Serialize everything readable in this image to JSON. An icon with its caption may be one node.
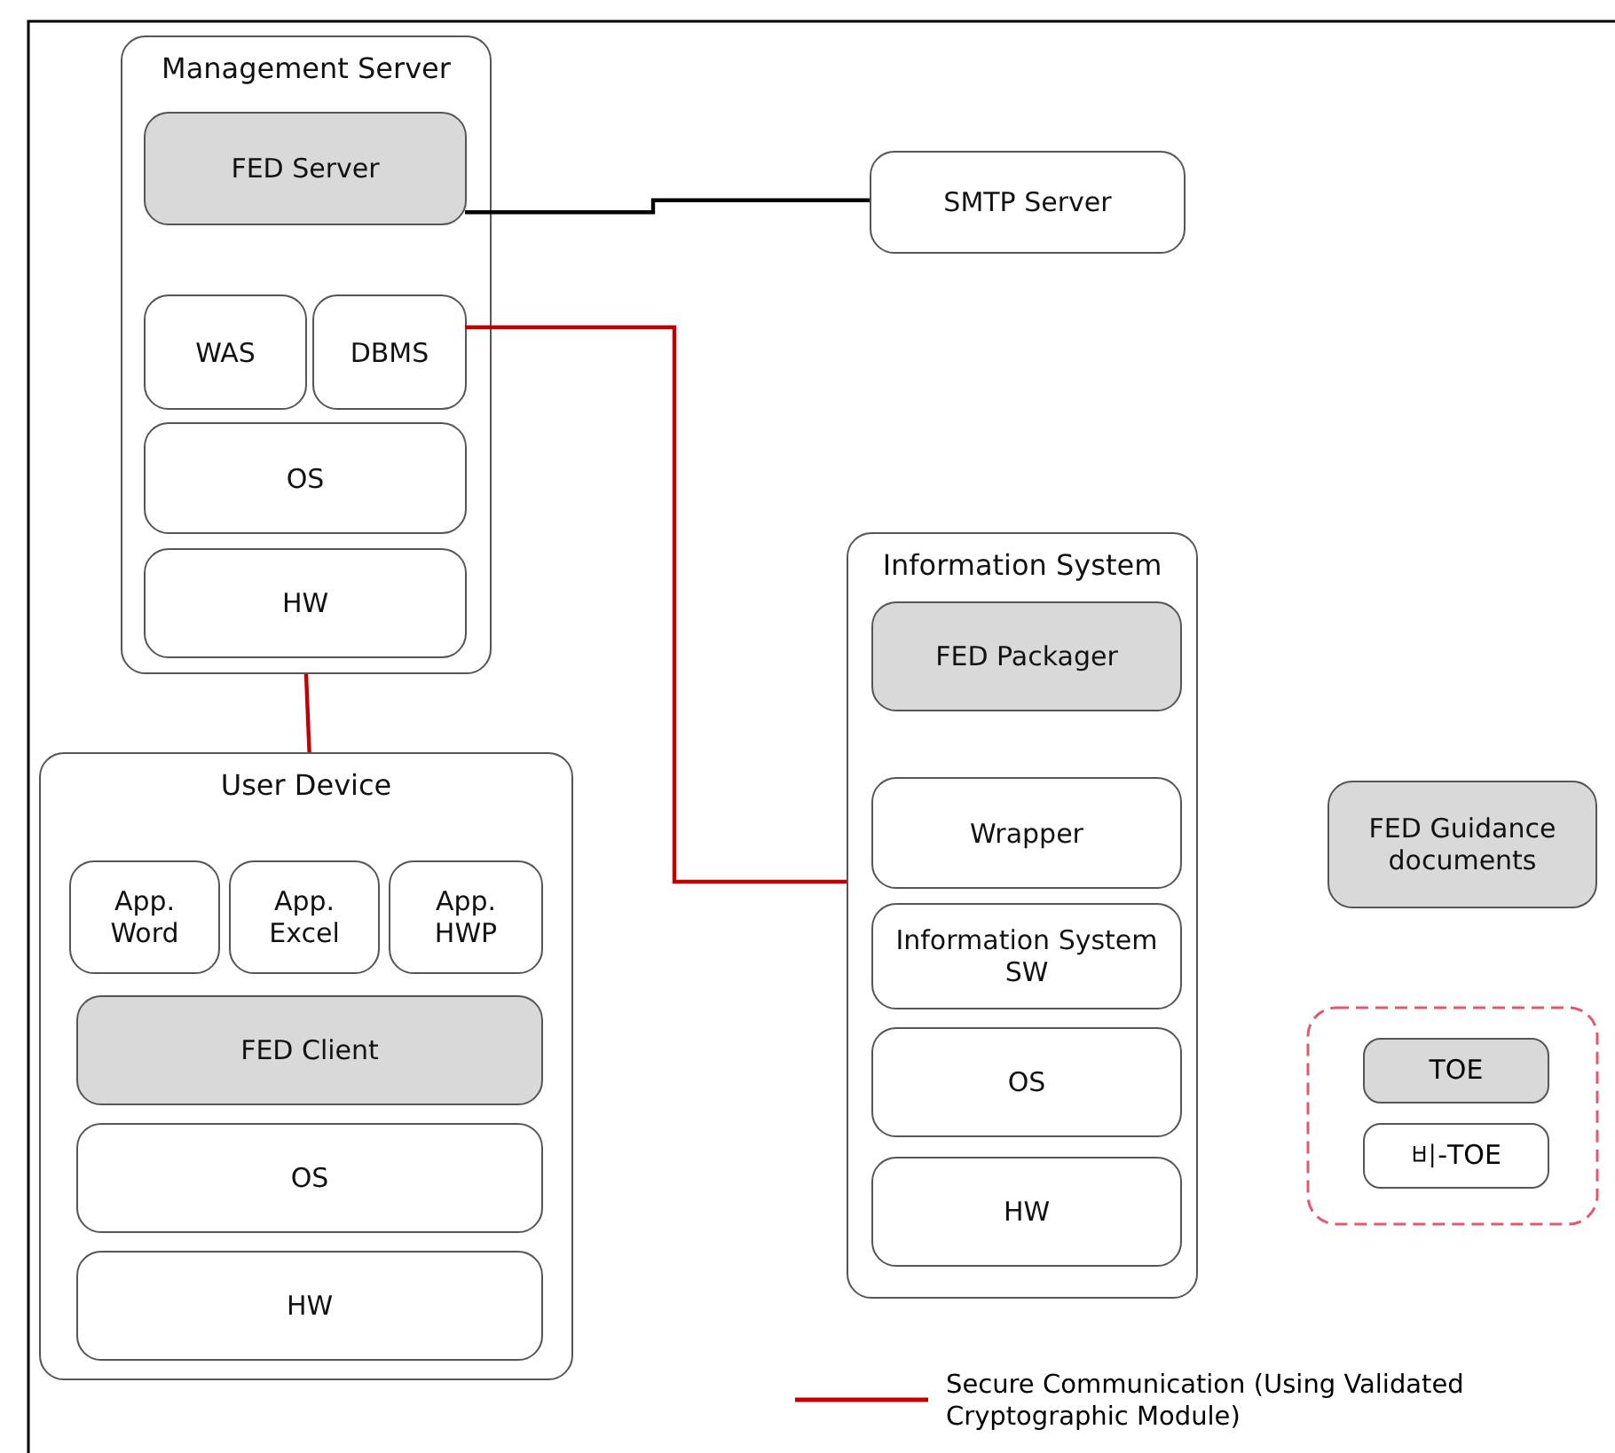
{
  "diagram": {
    "nodes": [
      {
        "text": [
          "Management Server"
        ]
      },
      {
        "text": [
          "FED Server"
        ],
        "in": 0
      },
      {
        "text": [
          "WAS"
        ],
        "in": 0
      },
      {
        "text": [
          "DBMS"
        ],
        "in": 0
      },
      {
        "text": [
          "OS"
        ],
        "in": 0
      },
      {
        "text": [
          "HW"
        ],
        "in": 0
      },
      {
        "text": [
          "SMTP Server"
        ]
      },
      {
        "text": [
          "User Device"
        ]
      },
      {
        "text": [
          "App. Word"
        ],
        "in": 7
      },
      {
        "text": [
          "App. Excel"
        ],
        "in": 7
      },
      {
        "text": [
          "App. HWP"
        ],
        "in": 7
      },
      {
        "text": [
          "FED Client"
        ],
        "in": 7
      },
      {
        "text": [
          "OS"
        ],
        "in": 7
      },
      {
        "text": [
          "HW"
        ],
        "in": 7
      },
      {
        "text": [
          "Information System"
        ]
      },
      {
        "text": [
          "FED Packager"
        ],
        "in": 14
      },
      {
        "text": [
          "Wrapper"
        ],
        "in": 14
      },
      {
        "text": [
          "Information System SW"
        ],
        "in": 14
      },
      {
        "text": [
          "OS"
        ],
        "in": 14
      },
      {
        "text": [
          "HW"
        ],
        "in": 14
      },
      {
        "text": [
          "FED Guidance documents"
        ]
      }
    ],
    "edges": [
      {
        "from": 1,
        "to": 6,
        "arrow": "none",
        "color": "#000000"
      },
      {
        "from": 3,
        "to": 14,
        "arrow": "none"
      },
      {
        "from": 0,
        "to": 7,
        "arrow": "none"
      }
    ],
    "legend": [
      {
        "text": "TOE",
        "color": "#d9d9d9"
      },
      {
        "text": "비-TOE",
        "color": "#ffffff"
      },
      {
        "text": "Secure Communication (Using Validated Cryptographic Module)"
      }
    ]
  }
}
